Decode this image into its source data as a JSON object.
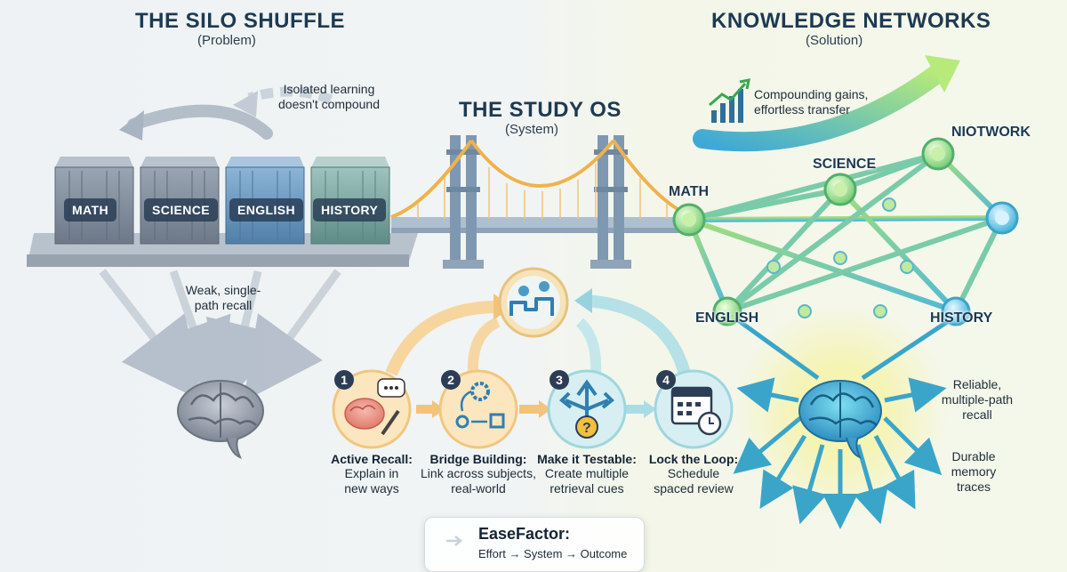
{
  "problem": {
    "title": "THE SILO SHUFFLE",
    "subtitle": "(Problem)",
    "arrow_note": "Isolated learning doesn't compound",
    "silos": [
      "MATH",
      "SCIENCE",
      "ENGLISH",
      "HISTORY"
    ],
    "recall_note": "Weak, single-path recall"
  },
  "system": {
    "title": "THE STUDY OS",
    "subtitle": "(System)",
    "steps": [
      {
        "number": "1",
        "title": "Active Recall:",
        "text": "Explain in new ways"
      },
      {
        "number": "2",
        "title": "Bridge Building:",
        "text": "Link across subjects, real-world"
      },
      {
        "number": "3",
        "title": "Make it Testable:",
        "text": "Create multiple retrieval cues"
      },
      {
        "number": "4",
        "title": "Lock the Loop:",
        "text": "Schedule spaced review"
      }
    ]
  },
  "solution": {
    "title": "KNOWLEDGE NETWORKS",
    "subtitle": "(Solution)",
    "gains_note": "Compounding gains, effortless transfer",
    "nodes": [
      "MATH",
      "SCIENCE",
      "NIOTWORK",
      "ENGLISH",
      "HISTORY"
    ],
    "recall_note": "Reliable, multiple-path recall",
    "traces_note": "Durable memory traces"
  },
  "footer": {
    "title": "EaseFactor:",
    "formula": "Effort → System → Outcome"
  },
  "colors": {
    "navy": "#1d3a52",
    "silo_gray": "#7c8797",
    "silo_blue": "#5e8fb8",
    "silo_green": "#6f9c96",
    "bridge_orange": "#f0b24c",
    "network_green": "#8fd48a",
    "network_teal": "#4bb8d8"
  }
}
